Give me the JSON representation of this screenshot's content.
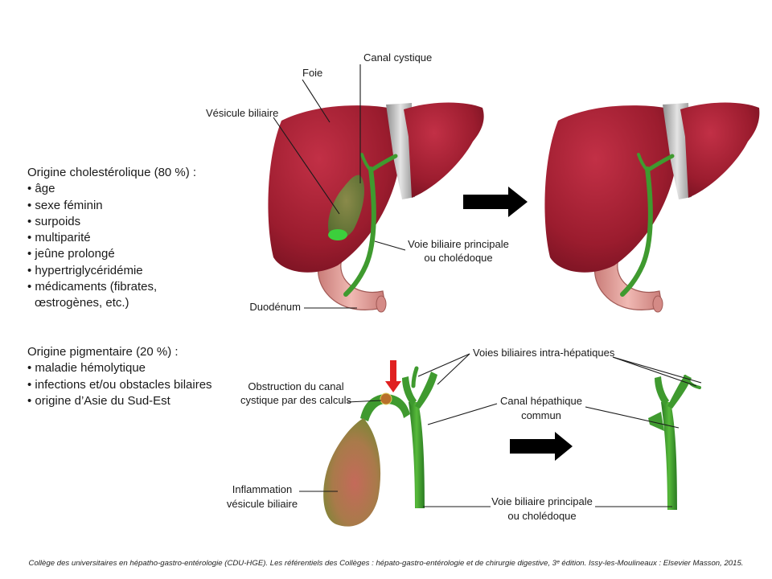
{
  "cholesterol": {
    "title": "Origine cholestérolique (80 %) :",
    "items": [
      "âge",
      "sexe féminin",
      "surpoids",
      "multiparité",
      "jeûne prolongé",
      "hypertriglycéridémie",
      "médicaments (fibrates, œstrogènes, etc.)"
    ]
  },
  "pigment": {
    "title": "Origine pigmentaire (20 %) :",
    "items": [
      "maladie hémolytique",
      "infections et/ou obstacles bilaires",
      "origine d’Asie du Sud-Est"
    ]
  },
  "labels": {
    "foie": "Foie",
    "canal_cystique": "Canal cystique",
    "vesicule": "Vésicule biliaire",
    "voie_principale_1": "Voie biliaire principale",
    "voie_principale_2": "ou cholédoque",
    "duodenum": "Duodénum",
    "obstruction_1": "Obstruction du canal",
    "obstruction_2": "cystique par des calculs",
    "intra_hepatiques": "Voies biliaires intra-hépatiques",
    "canal_hepatique_1": "Canal hépathique",
    "canal_hepatique_2": "commun",
    "voie_principale_b1": "Voie biliaire principale",
    "voie_principale_b2": "ou cholédoque",
    "inflammation_1": "Inflammation",
    "inflammation_2": "vésicule biliaire"
  },
  "footer": "Collège des universitaires en hépatho-gastro-entérologie (CDU-HGE). Les référentiels des Collèges : hépato-gastro-entérologie et de chirurgie digestive, 3ᵉ édition. Issy-les-Moulineaux : Elsevier Masson, 2015.",
  "colors": {
    "liver": "#9b1c2e",
    "bile_duct": "#3f9a2f",
    "gallbladder_inflamed": "#b46a4a",
    "stone": "#b8702a",
    "duodenum": "#e7a7a2",
    "arrow_black": "#000000",
    "arrow_red": "#e02020"
  }
}
